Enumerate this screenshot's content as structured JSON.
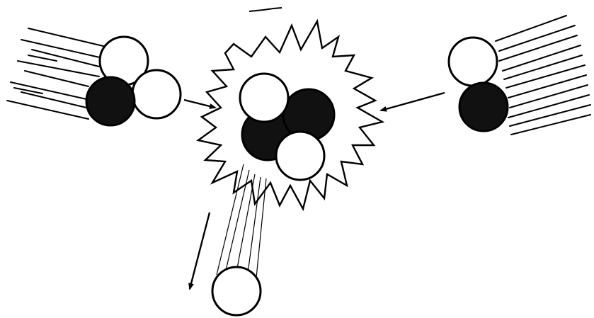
{
  "diagram": {
    "colors": {
      "ink": "#000000",
      "dark_atom": "#111111",
      "light_atom": "#ffffff",
      "background": "#ffffff"
    },
    "molecules": [
      {
        "role": "incoming-left",
        "atoms": [
          "light",
          "light",
          "dark"
        ]
      },
      {
        "role": "incoming-right",
        "atoms": [
          "light",
          "dark"
        ]
      },
      {
        "role": "collision-complex",
        "atoms": [
          "light",
          "dark",
          "dark",
          "light"
        ]
      },
      {
        "role": "ejected",
        "atoms": [
          "light"
        ]
      }
    ]
  }
}
